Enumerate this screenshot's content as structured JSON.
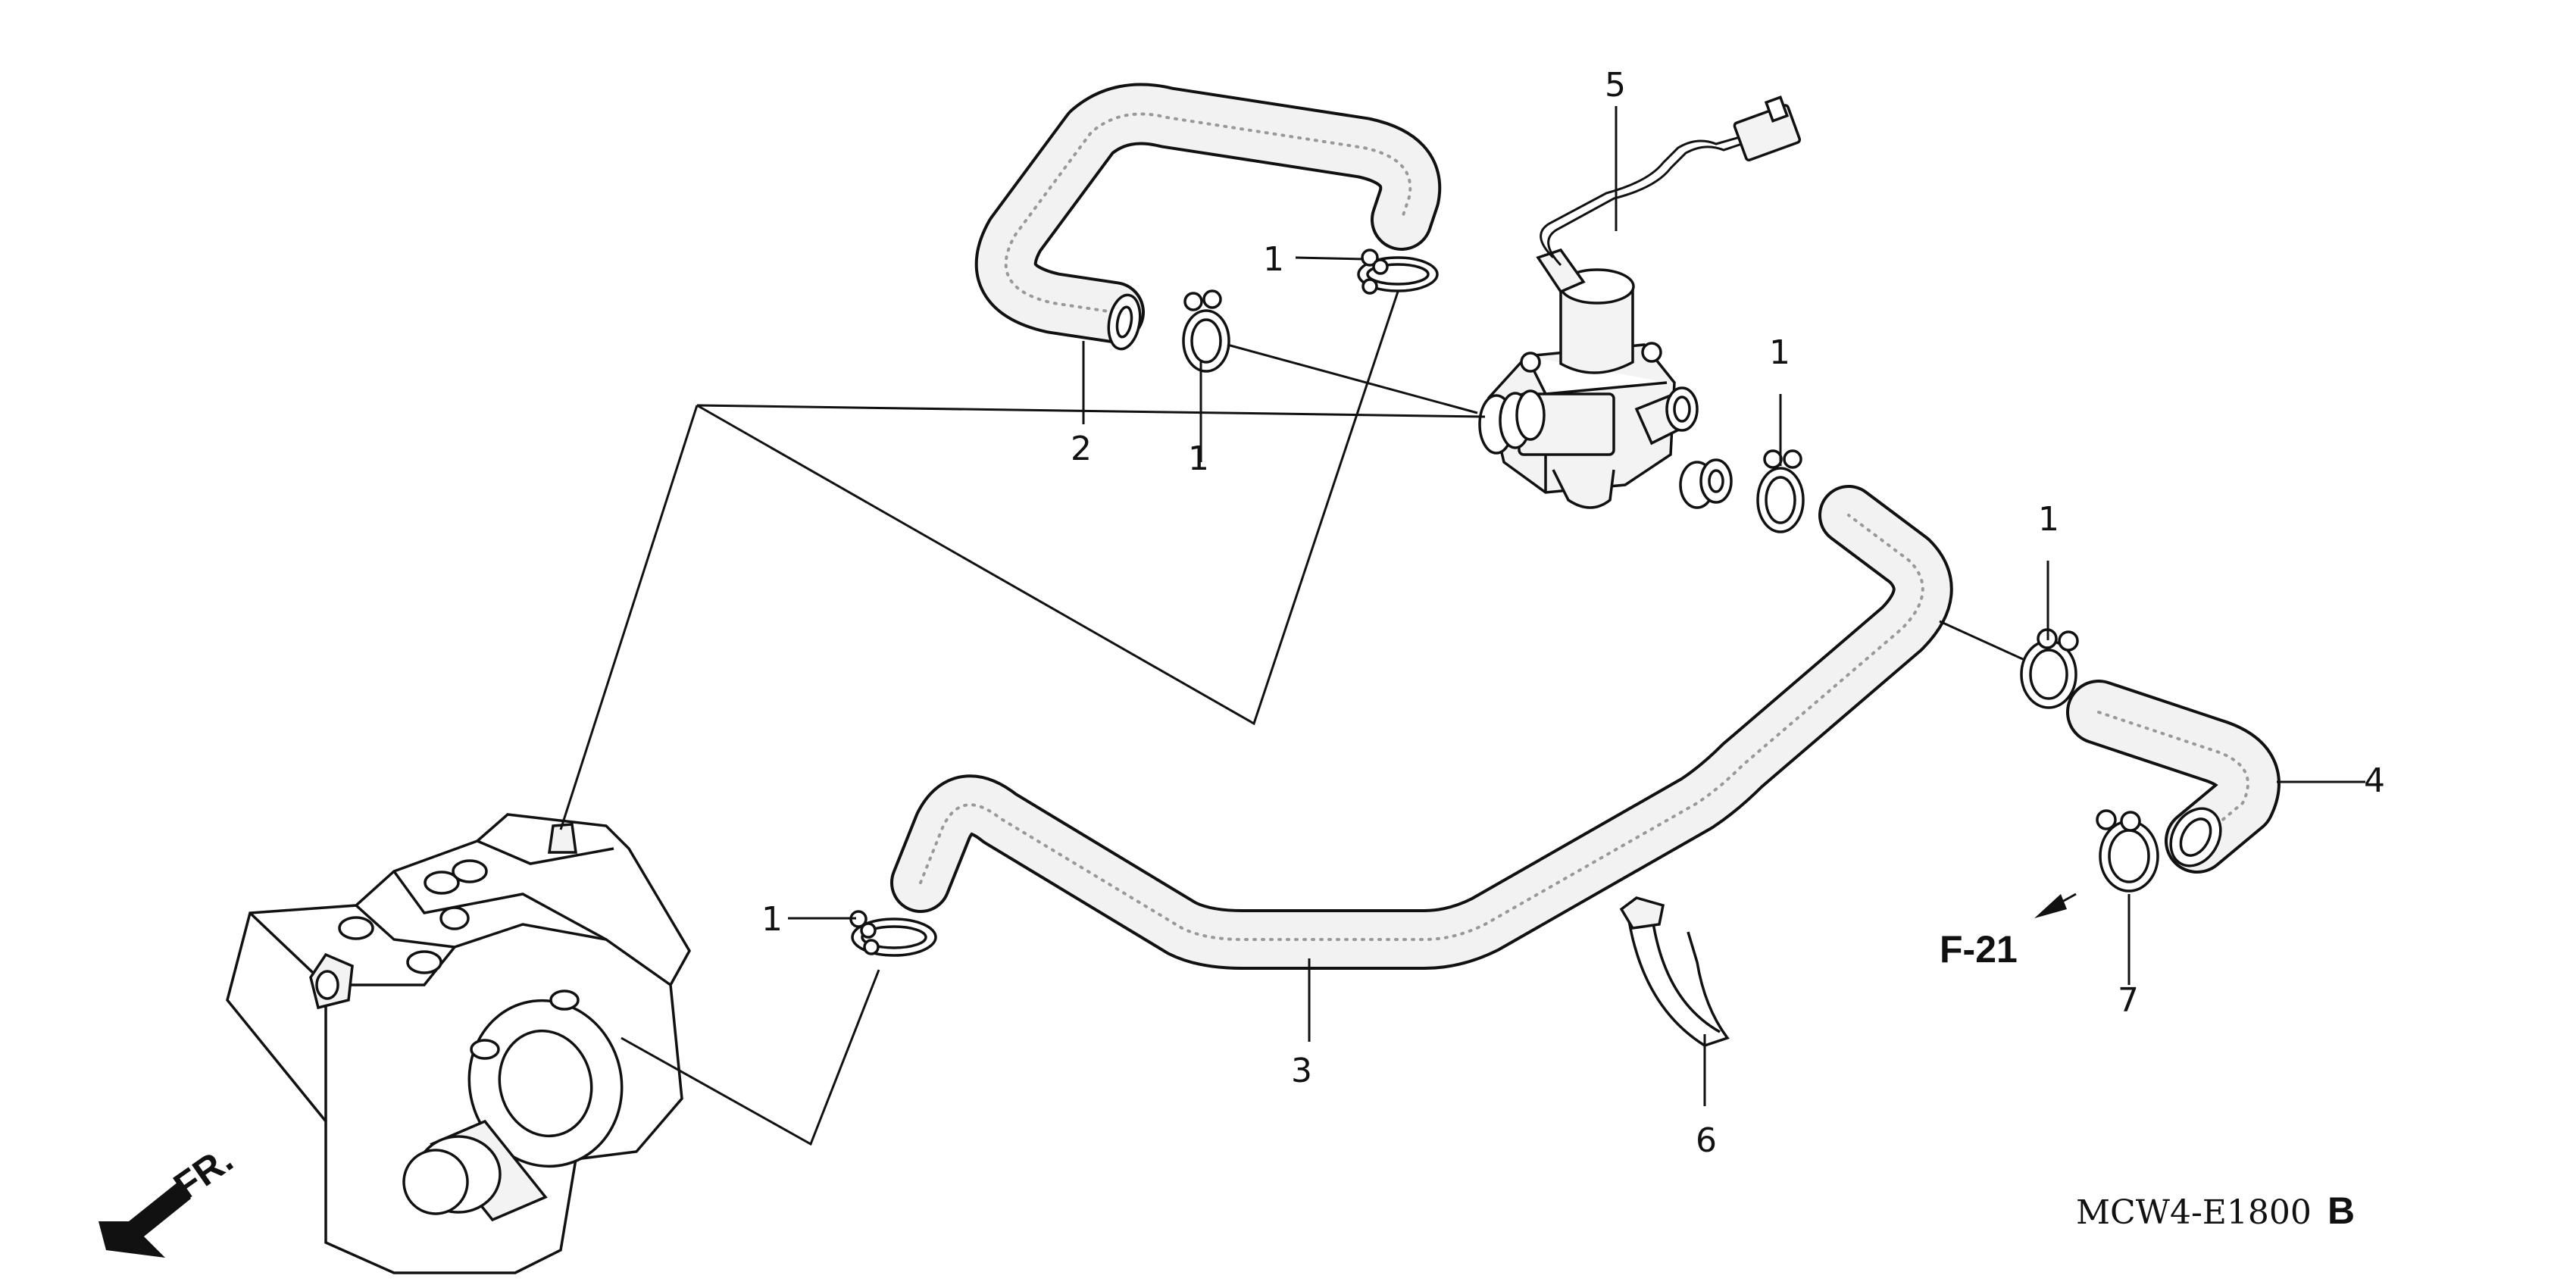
{
  "callouts": {
    "clip_1_top": "1",
    "clip_1_mid": "1",
    "clip_1_valve_right": "1",
    "clip_1_right": "1",
    "clip_1_left": "1",
    "hose_2": "2",
    "hose_3": "3",
    "hose_4": "4",
    "solenoid_5": "5",
    "band_6": "6",
    "clip_7": "7"
  },
  "reference": "F-21",
  "front_label": "FR.",
  "diagram_code": "MCW4-E1800",
  "diagram_code_suffix": "B"
}
